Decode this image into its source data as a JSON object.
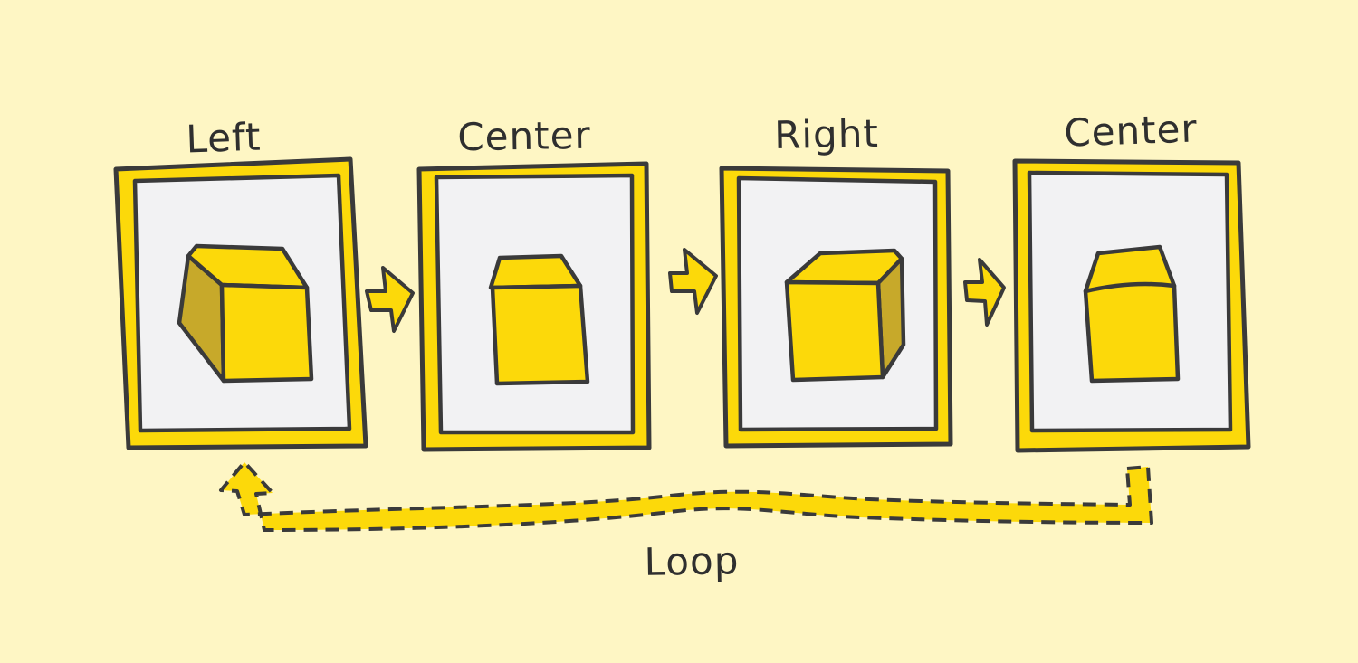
{
  "diagram": {
    "frames": [
      {
        "label": "Left",
        "cube_view": "left"
      },
      {
        "label": "Center",
        "cube_view": "center"
      },
      {
        "label": "Right",
        "cube_view": "right"
      },
      {
        "label": "Center",
        "cube_view": "center"
      }
    ],
    "loop_label": "Loop"
  },
  "colors": {
    "background": "#fef6c4",
    "frame_border": "#fcd90a",
    "frame_inner": "#f2f2f3",
    "cube_face": "#fcd90a",
    "cube_shadow": "#c7a92a",
    "outline": "#3a3a3a"
  }
}
